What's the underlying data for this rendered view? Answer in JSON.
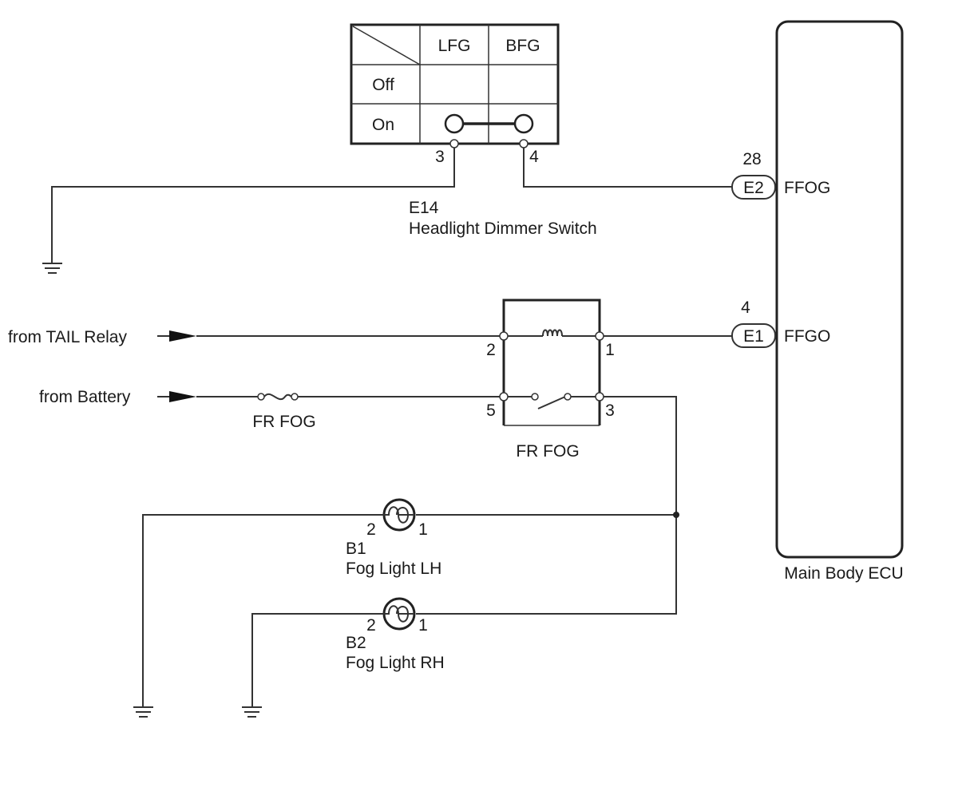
{
  "switch": {
    "code": "E14",
    "name": "Headlight Dimmer Switch",
    "columns": [
      "LFG",
      "BFG"
    ],
    "rows": [
      "Off",
      "On"
    ],
    "pin_left": "3",
    "pin_right": "4"
  },
  "ecu": {
    "name": "Main Body ECU",
    "conn_top": {
      "pin": "28",
      "connector": "E2",
      "signal": "FFOG"
    },
    "conn_bottom": {
      "pin": "4",
      "connector": "E1",
      "signal": "FFGO"
    }
  },
  "relay": {
    "name": "FR FOG",
    "pin_coil_in": "2",
    "pin_coil_out": "1",
    "pin_switch_in": "5",
    "pin_switch_out": "3"
  },
  "inputs": {
    "tail": "from TAIL Relay",
    "battery": "from Battery"
  },
  "fuse": {
    "name": "FR FOG"
  },
  "lamp_lh": {
    "code": "B1",
    "name": "Fog Light LH",
    "pin_left": "2",
    "pin_right": "1"
  },
  "lamp_rh": {
    "code": "B2",
    "name": "Fog Light RH",
    "pin_left": "2",
    "pin_right": "1"
  }
}
